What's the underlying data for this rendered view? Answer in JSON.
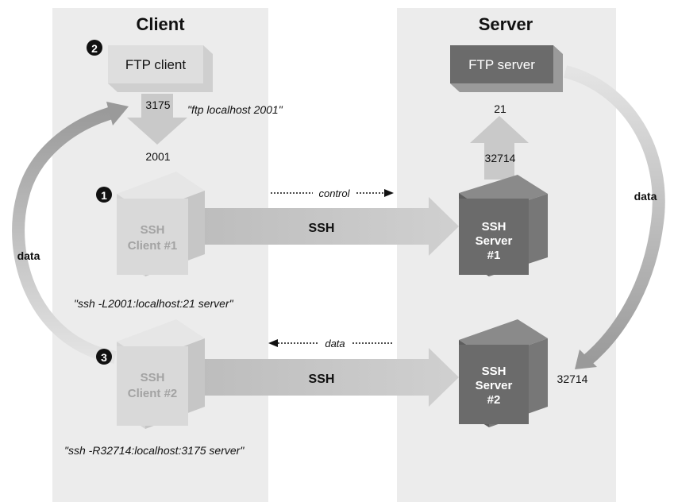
{
  "columns": {
    "client_title": "Client",
    "server_title": "Server"
  },
  "steps": {
    "one": "1",
    "two": "2",
    "three": "3"
  },
  "ftp_client": {
    "label": "FTP client",
    "port_top": "3175",
    "port_bottom": "2001",
    "command": "\"ftp localhost 2001\""
  },
  "ftp_server": {
    "label": "FTP server",
    "port_top": "21",
    "port_bottom": "32714"
  },
  "ssh_client_1": {
    "line1": "SSH",
    "line2": "Client #1",
    "command": "\"ssh -L2001:localhost:21 server\""
  },
  "ssh_client_2": {
    "line1": "SSH",
    "line2": "Client #2",
    "command": "\"ssh -R32714:localhost:3175 server\""
  },
  "ssh_server_1": {
    "line1": "SSH",
    "line2": "Server",
    "line3": "#1"
  },
  "ssh_server_2": {
    "line1": "SSH",
    "line2": "Server",
    "line3": "#2",
    "port": "32714"
  },
  "tunnels": {
    "top_label": "SSH",
    "bottom_label": "SSH",
    "control_label": "control",
    "data_label": "data"
  },
  "loops": {
    "left_label": "data",
    "right_label": "data"
  },
  "colors": {
    "panel": "#ececec",
    "light_box": "#d9d9d9",
    "dark_box": "#6b6b6b",
    "arrow": "#c9c9c9"
  }
}
